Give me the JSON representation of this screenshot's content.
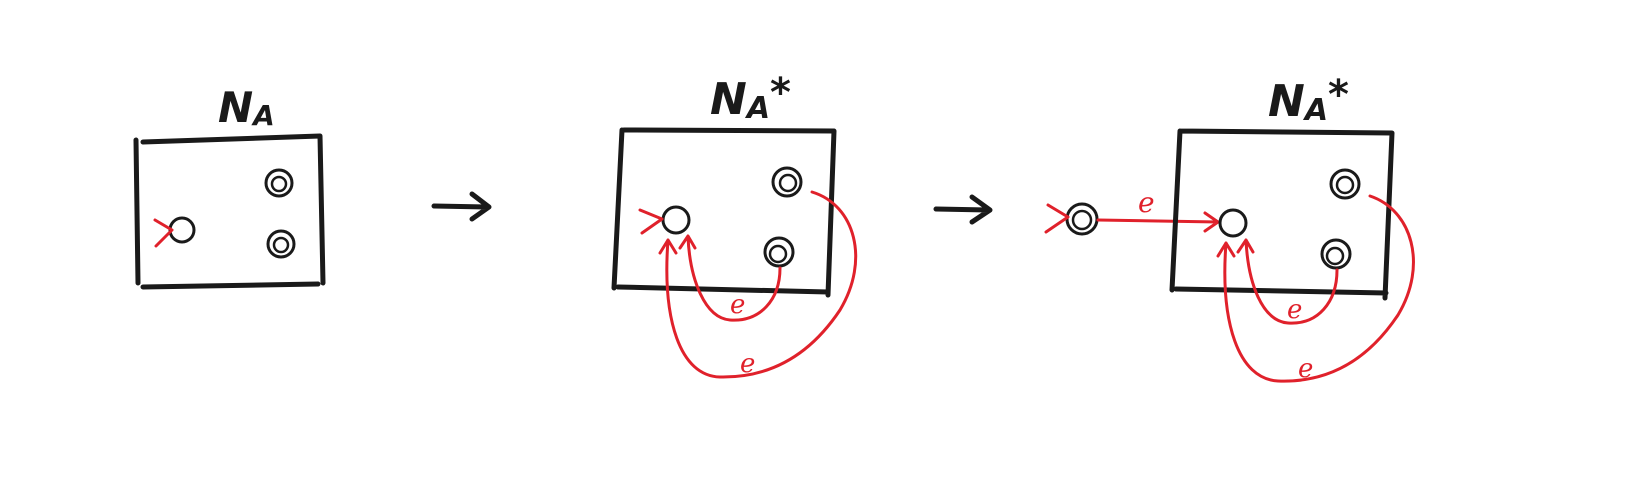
{
  "panels": [
    {
      "title_main": "N",
      "title_sub": "A",
      "title_sup": ""
    },
    {
      "title_main": "N",
      "title_sub": "A",
      "title_sup": "*"
    },
    {
      "title_main": "N",
      "title_sub": "A",
      "title_sup": "*"
    }
  ],
  "edge_label": "e",
  "colors": {
    "ink": "#1a1a1a",
    "accent": "#e0212b"
  }
}
